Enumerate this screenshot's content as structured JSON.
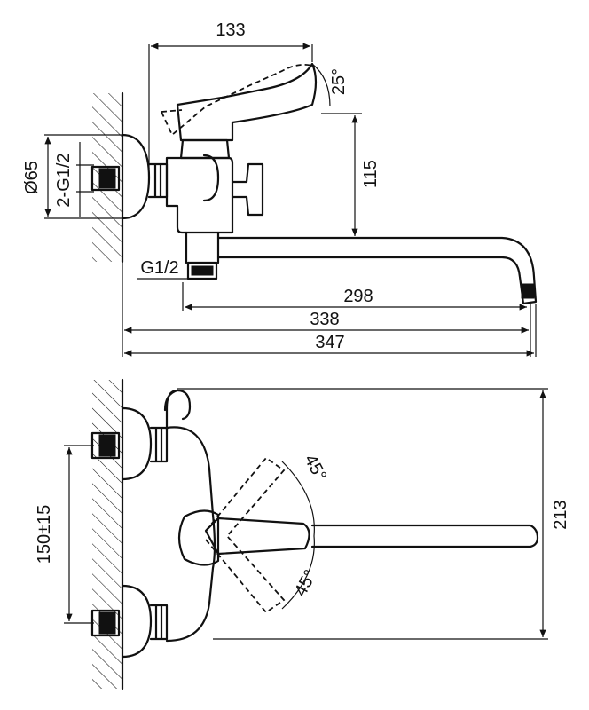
{
  "side_view": {
    "dim_133": "133",
    "dim_25deg": "25°",
    "dim_115": "115",
    "dim_d65": "Ø65",
    "dim_2g12": "2-G1/2",
    "dim_g12": "G1/2",
    "dim_298": "298",
    "dim_338": "338",
    "dim_347": "347"
  },
  "top_view": {
    "dim_45_upper": "45°",
    "dim_45_lower": "45°",
    "dim_150": "150±15",
    "dim_213": "213"
  },
  "colors": {
    "ink": "#111111",
    "background": "#ffffff"
  }
}
